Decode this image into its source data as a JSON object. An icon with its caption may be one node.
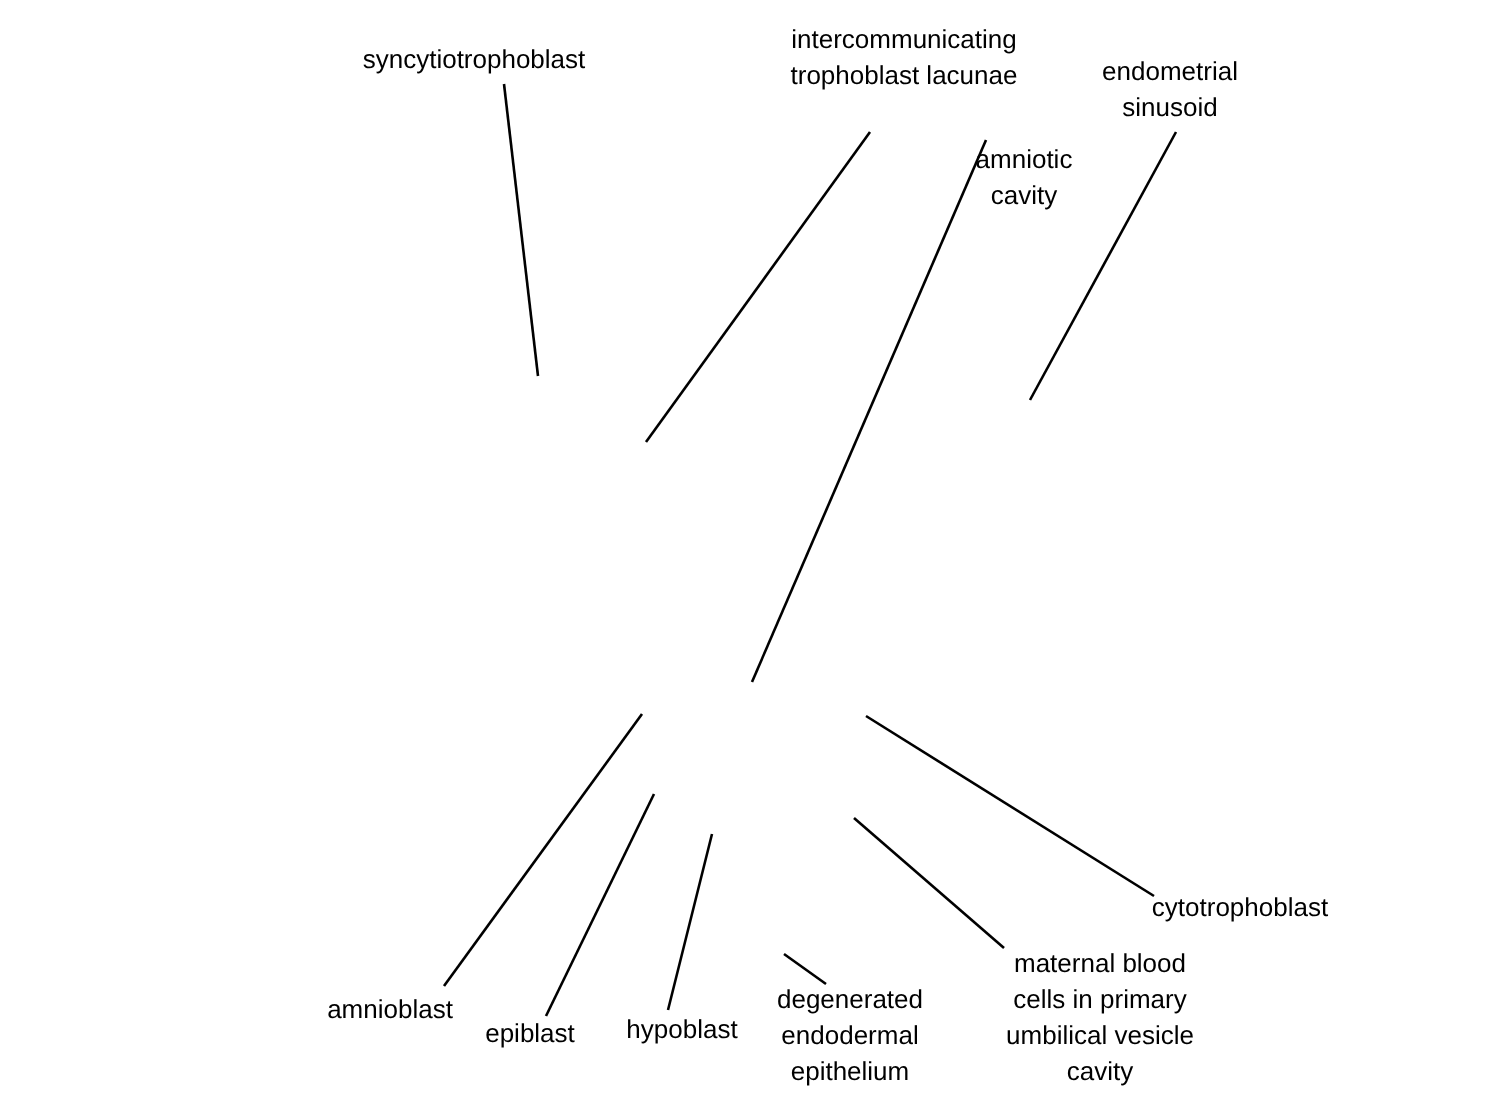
{
  "diagram": {
    "nodes": [
      {
        "text": [
          "syncytiotrophoblast"
        ]
      },
      {
        "text": [
          "intercommunicating trophoblast lacunae"
        ]
      },
      {
        "text": [
          "amniotic cavity"
        ]
      },
      {
        "text": [
          "endometrial sinusoid"
        ]
      },
      {
        "text": [
          "amnioblast"
        ]
      },
      {
        "text": [
          "epiblast"
        ]
      },
      {
        "text": [
          "hypoblast"
        ]
      },
      {
        "text": [
          "degenerated endodermal epithelium"
        ]
      },
      {
        "text": [
          "maternal blood cells in primary umbilical vesicle cavity"
        ]
      },
      {
        "text": [
          "cytotrophoblast"
        ]
      }
    ],
    "edges": [
      {
        "from": 0,
        "to": null,
        "arrow": "none"
      },
      {
        "from": 1,
        "to": null,
        "arrow": "none"
      },
      {
        "from": 2,
        "to": null,
        "arrow": "none"
      },
      {
        "from": 3,
        "to": null,
        "arrow": "none"
      },
      {
        "from": 4,
        "to": null,
        "arrow": "none"
      },
      {
        "from": 5,
        "to": null,
        "arrow": "none"
      },
      {
        "from": 6,
        "to": null,
        "arrow": "none"
      },
      {
        "from": 7,
        "to": null,
        "arrow": "none"
      },
      {
        "from": 8,
        "to": null,
        "arrow": "none"
      },
      {
        "from": 9,
        "to": null,
        "arrow": "none"
      }
    ]
  }
}
